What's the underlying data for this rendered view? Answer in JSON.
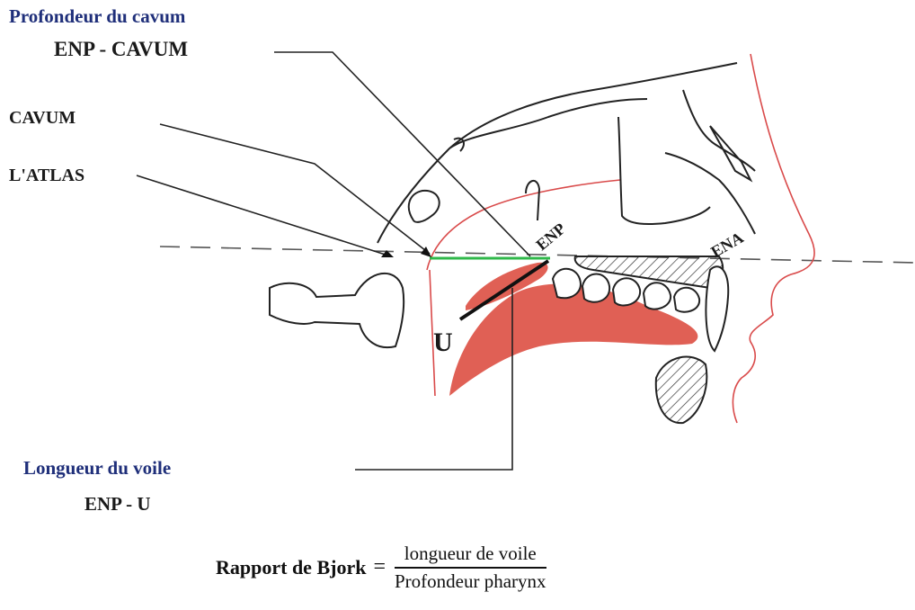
{
  "labels": {
    "profondeur_title": "Profondeur du cavum",
    "profondeur_sub": "ENP - CAVUM",
    "cavum": "CAVUM",
    "atlas": "L'ATLAS",
    "enp": "ENP",
    "ena": "ENA",
    "u": "U",
    "longueur_title": "Longueur du voile",
    "longueur_sub": "ENP - U"
  },
  "formula": {
    "name": "Rapport de Bjork",
    "equals": "=",
    "numerator": "longueur de voile",
    "denominator": "Profondeur pharynx"
  },
  "colors": {
    "title_blue": "#1f2f7a",
    "soft_tissue_red": "#e06055",
    "profile_red": "#d94a4a",
    "green_line": "#2fb84a"
  }
}
